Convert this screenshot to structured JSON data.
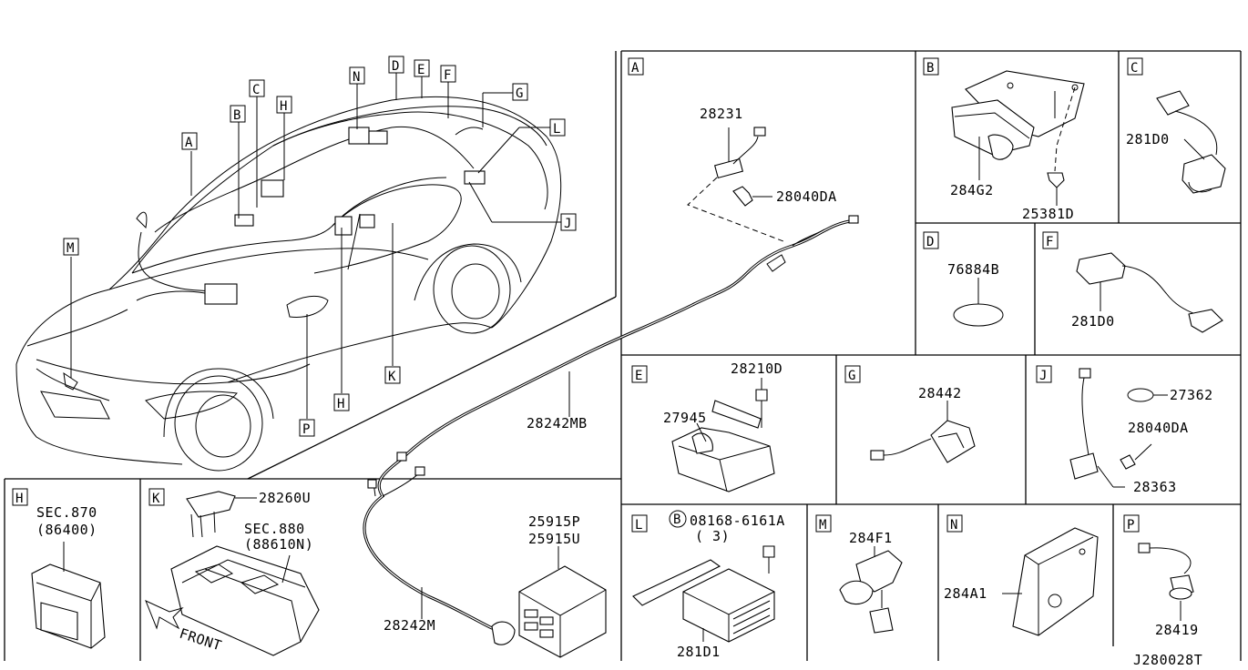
{
  "diagram_code": "J280028T",
  "front_label": "FRONT",
  "overview_callouts": [
    "A",
    "B",
    "C",
    "H",
    "N",
    "D",
    "E",
    "F",
    "G",
    "L",
    "J",
    "M",
    "P",
    "H",
    "K"
  ],
  "panels": {
    "A": {
      "letter": "A",
      "parts": [
        "28231",
        "28040DA",
        "28242MB",
        "28242M",
        "25915P",
        "25915U"
      ]
    },
    "B": {
      "letter": "B",
      "parts": [
        "284G2",
        "25381D"
      ]
    },
    "C": {
      "letter": "C",
      "parts": [
        "281D0"
      ]
    },
    "D": {
      "letter": "D",
      "parts": [
        "76884B"
      ]
    },
    "F": {
      "letter": "F",
      "parts": [
        "281D0"
      ]
    },
    "E": {
      "letter": "E",
      "parts": [
        "28210D",
        "27945"
      ]
    },
    "G": {
      "letter": "G",
      "parts": [
        "28442"
      ]
    },
    "J": {
      "letter": "J",
      "parts": [
        "27362",
        "28040DA",
        "28363"
      ]
    },
    "H": {
      "letter": "H",
      "sec": "SEC.870",
      "sec_ref": "(86400)"
    },
    "K": {
      "letter": "K",
      "parts": [
        "28260U"
      ],
      "sec": "SEC.880",
      "sec_ref": "(88610N)"
    },
    "L": {
      "letter": "L",
      "bolt_circle": "B",
      "bolt": "08168-6161A",
      "bolt_qty": "( 3)",
      "parts": [
        "281D1"
      ]
    },
    "M": {
      "letter": "M",
      "parts": [
        "284F1"
      ]
    },
    "N": {
      "letter": "N",
      "parts": [
        "284A1"
      ]
    },
    "P": {
      "letter": "P",
      "parts": [
        "28419"
      ]
    }
  }
}
